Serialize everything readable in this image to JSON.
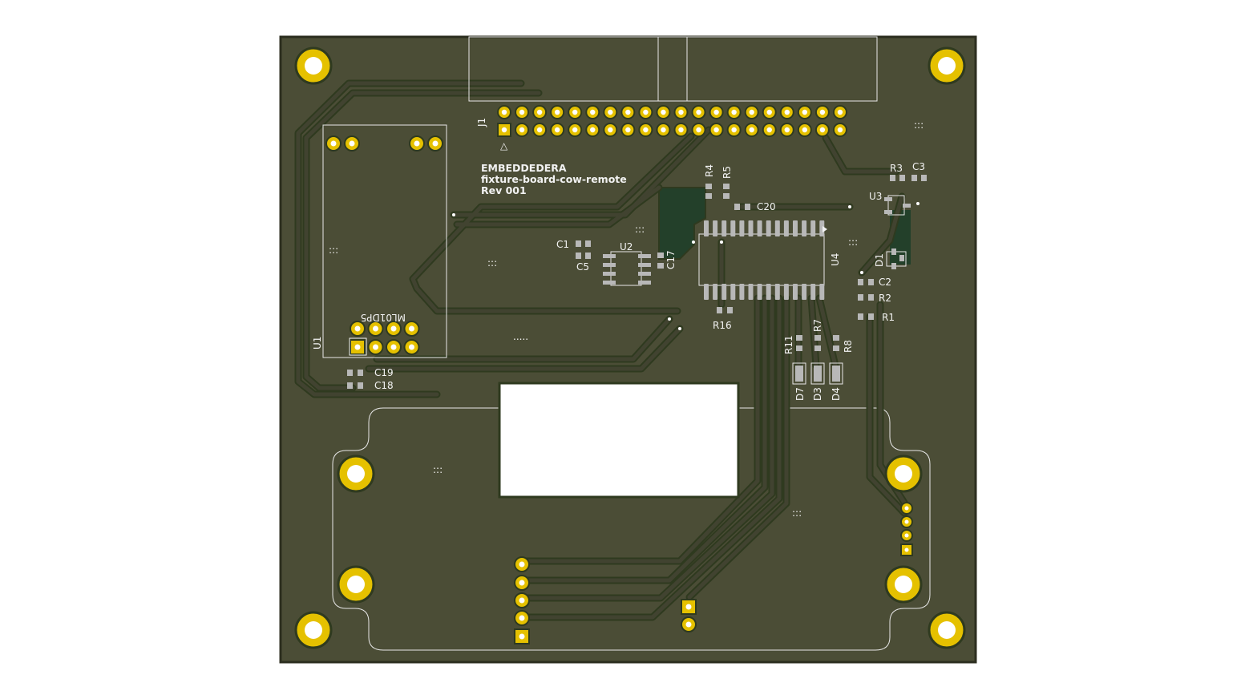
{
  "board": {
    "colors": {
      "background": "#ffffff",
      "substrate": "#4b4d36",
      "edge": "#2c2e1f",
      "trace": "#414330",
      "trace_outline": "#2f3a1f",
      "pour": "#23402a",
      "copper_gold": "#e5c100",
      "pad_gray": "#b8b8b8",
      "silkscreen": "#f2f2f2",
      "drill": "#ffffff"
    },
    "logo_text": [
      "EMBEDDEDERA",
      "fixture-board-cow-remote",
      "Rev 001"
    ],
    "connector_label": "J1",
    "pin1_marker": "△",
    "module_label": "U1",
    "module_header_label": "ML01DP5",
    "via_cluster_short": ":::",
    "via_cluster_long": ".....",
    "refdes": {
      "r4": "R4",
      "r5": "R5",
      "r3": "R3",
      "c3": "C3",
      "u3": "U3",
      "c20": "C20",
      "c1": "C1",
      "c5": "C5",
      "u2": "U2",
      "c17": "C17",
      "u4": "U4",
      "d1": "D1",
      "c2": "C2",
      "r2": "R2",
      "r1": "R1",
      "r16": "R16",
      "r11": "R11",
      "r7": "R7",
      "r8": "R8",
      "d7": "D7",
      "d3": "D3",
      "d4": "D4",
      "c19": "C19",
      "c18": "C18"
    }
  }
}
